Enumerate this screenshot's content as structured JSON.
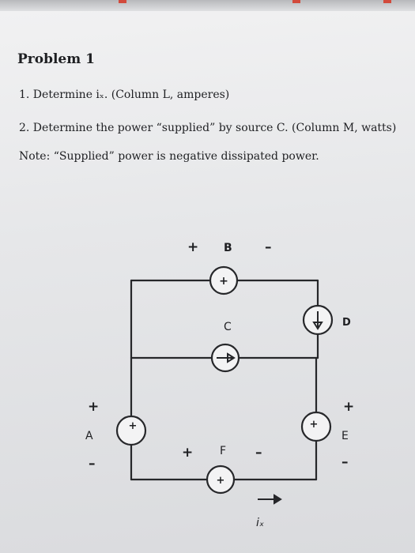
{
  "page": {
    "problem_title": "Problem 1",
    "question_1": "1. Determine iₓ. (Column L, amperes)",
    "question_2": "2. Determine the power “supplied” by source C. (Column M, watts)",
    "note": "Note: “Supplied” power is negative dissipated power."
  },
  "circuit": {
    "labels": {
      "B": "B",
      "C": "C",
      "D": "D",
      "A": "A",
      "E": "E",
      "F": "F",
      "plus": "+",
      "minus": "–",
      "ix": "iₓ"
    },
    "sources": [
      {
        "name": "B",
        "kind": "voltage",
        "symbol": "+"
      },
      {
        "name": "C",
        "kind": "current",
        "symbol": "arrow-right"
      },
      {
        "name": "D",
        "kind": "current",
        "symbol": "arrow-down"
      },
      {
        "name": "A",
        "kind": "voltage",
        "symbol": "+"
      },
      {
        "name": "E",
        "kind": "voltage",
        "symbol": "+"
      },
      {
        "name": "F",
        "kind": "voltage",
        "symbol": "+"
      }
    ]
  }
}
